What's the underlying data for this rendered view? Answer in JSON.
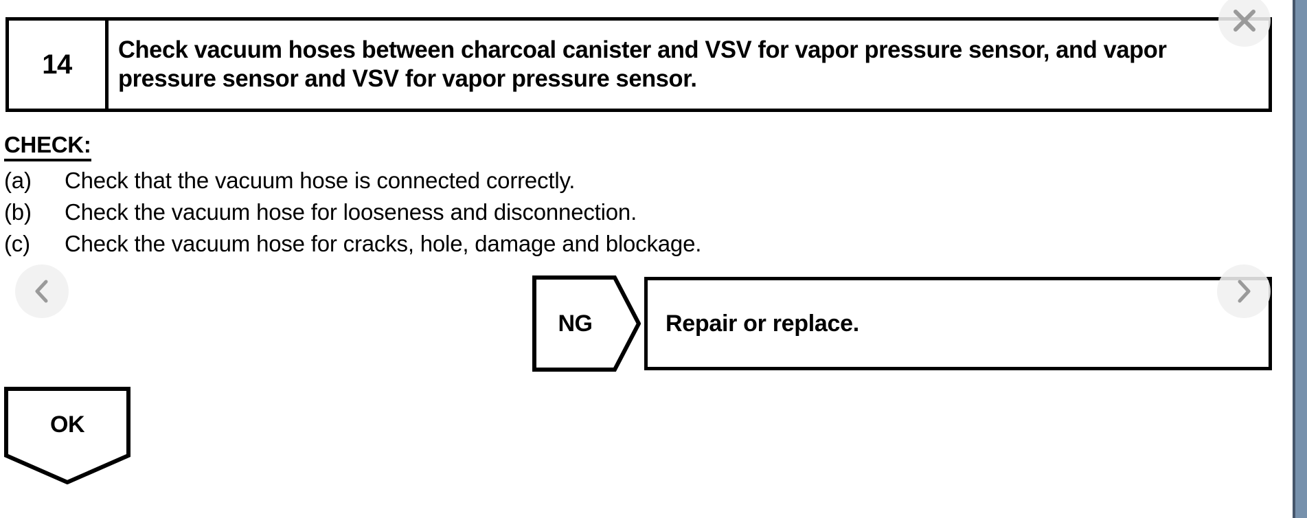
{
  "document": {
    "step_number": "14",
    "step_title": "Check vacuum hoses between charcoal canister and VSV for vapor pressure sensor, and vapor pressure sensor and VSV for vapor pressure sensor.",
    "check_heading": "CHECK:",
    "check_items": [
      {
        "marker": "(a)",
        "text": "Check that the vacuum hose is connected correctly."
      },
      {
        "marker": "(b)",
        "text": "Check the vacuum hose for looseness and disconnection."
      },
      {
        "marker": "(c)",
        "text": "Check the vacuum hose for cracks, hole, damage and blockage."
      }
    ],
    "ng_label": "NG",
    "ng_action": "Repair or replace.",
    "ok_label": "OK"
  },
  "controls": {
    "close_icon": "close-icon",
    "prev_icon": "chevron-left-icon",
    "next_icon": "chevron-right-icon"
  },
  "colors": {
    "ink": "#000000",
    "page_background": "#ffffff",
    "control_background": "#f0f0f0",
    "control_glyph": "#9a9a9a",
    "edge_strip": "#7791ac"
  }
}
